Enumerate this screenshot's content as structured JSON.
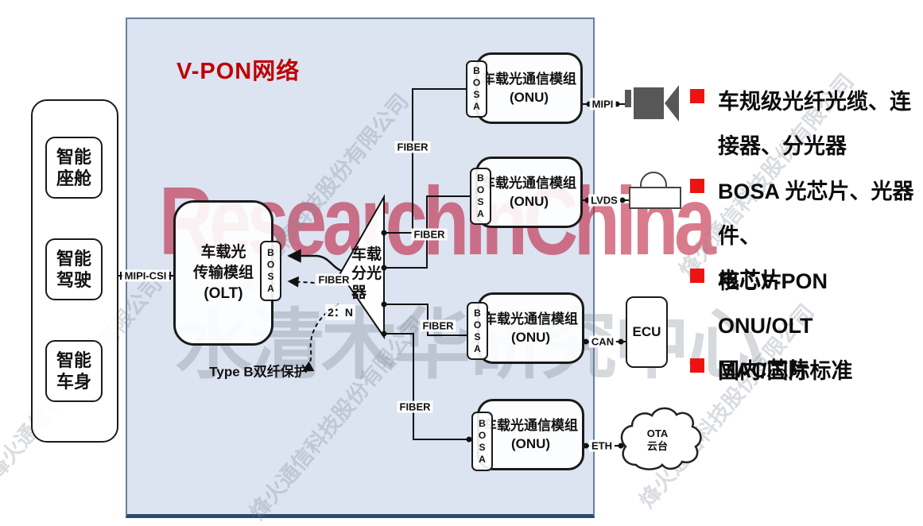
{
  "panel": {
    "title": "V-PON网络"
  },
  "domains": {
    "items": [
      {
        "label": "智能\n座舱"
      },
      {
        "label": "智能\n驾驶"
      },
      {
        "label": "智能\n车身"
      }
    ]
  },
  "olt": {
    "label": "车载光\n传输模组\n(OLT)"
  },
  "bosa": {
    "label": "B\nO\nS\nA"
  },
  "splitter": {
    "label": "车载\n分光\n器",
    "ratio": "2：N"
  },
  "onu": {
    "label": "车载光通信模组\n(ONU)"
  },
  "links": {
    "mipi_csi": "MIPI-CSI",
    "fiber": "FIBER",
    "mipi": "MIPI",
    "lvds": "LVDS",
    "can": "CAN",
    "eth": "ETH"
  },
  "protection": {
    "label": "Type B双纤保护"
  },
  "endpoints": {
    "ecu": "ECU",
    "cloud": "OTA\n云台"
  },
  "highlights": [
    {
      "text": "车规级光纤光缆、连\n接器、分光器"
    },
    {
      "text": "BOSA 光芯片、光器件、\n电芯片"
    },
    {
      "text": "核心V-PON ONU/OLT\nMAC芯片"
    },
    {
      "text": "国内/国际标准"
    }
  ],
  "watermarks": {
    "latin": "ResearchInChina",
    "chinese": "水清木华研究中心",
    "diagonal": "烽火通信科技股份有限公司"
  },
  "colors": {
    "panel_bg": "#dce3f1",
    "panel_border": "#68809f",
    "title_red": "#c00000",
    "bullet_red": "#ee1313",
    "icon_gray": "#575757",
    "watermark_red": "#b90f2d"
  }
}
